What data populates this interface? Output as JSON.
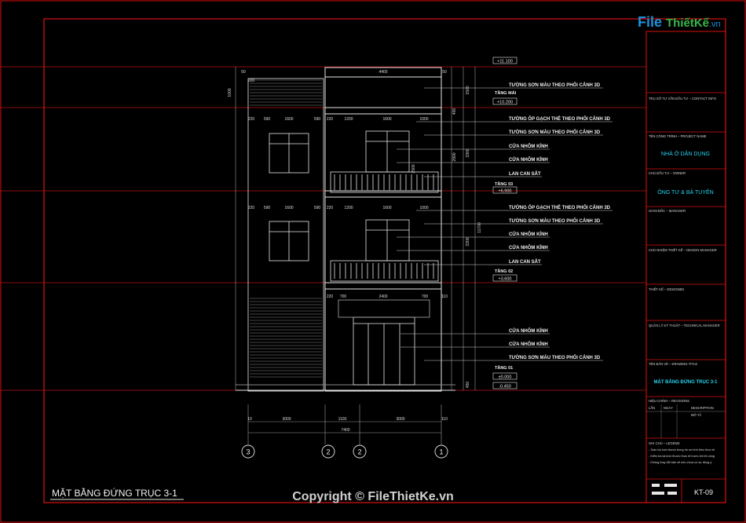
{
  "logo": {
    "file": "File",
    "rest": "ThiếtKế",
    "suffix": ".vn"
  },
  "drawing_title": "MẶT BẰNG ĐỨNG TRỤC 3-1",
  "copyright": "Copyright © FileThietKe.vn",
  "levels": {
    "top": "+11.100",
    "tang_mai_label": "TẦNG MÁI",
    "tang_mai": "+10.200",
    "tang3_label": "TẦNG 03",
    "tang3": "+6.900",
    "tang2_label": "TẦNG 02",
    "tang2": "+3.600",
    "tang1_label": "TẦNG 01",
    "tang1": "±0.000",
    "ground": "-0.450"
  },
  "annotations": {
    "roof_wall": "TƯỜNG SƠN MÀU THEO PHỐI CẢNH 3D",
    "f3_tile": "TƯỜNG ỐP GẠCH THẺ THEO PHỐI CẢNH 3D",
    "f3_paint": "TƯỜNG SƠN MÀU THEO PHỐI CẢNH 3D",
    "f3_door1": "CỬA NHÔM KÍNH",
    "f3_door2": "CỬA NHÔM KÍNH",
    "f3_rail": "LAN CAN SẮT",
    "f2_tile": "TƯỜNG ỐP GẠCH THẺ THEO PHỐI CẢNH 3D",
    "f2_paint": "TƯỜNG SƠN MÀU THEO PHỐI CẢNH 3D",
    "f2_door1": "CỬA NHÔM KÍNH",
    "f2_door2": "CỬA NHÔM KÍNH",
    "f2_rail": "LAN CAN SẮT",
    "f1_door1": "CỬA NHÔM KÍNH",
    "f1_door2": "CỬA NHÔM KÍNH",
    "f1_paint": "TƯỜNG SƠN MÀU THEO PHỐI CẢNH 3D"
  },
  "dims": {
    "top_4400": "4400",
    "top_50a": "50",
    "top_50b": "50",
    "top_220": "220",
    "row_220": "220",
    "row_590": "590",
    "row_1600": "1600",
    "row_590b": "590",
    "row_220b": "220",
    "row_1200": "1200",
    "row_1600b": "1600",
    "row_1000": "1000",
    "g_220": "220",
    "g_700": "700",
    "g_2400": "2400",
    "g_700b": "700",
    "g_110": "110",
    "bottom_3000": "3000",
    "bottom_1100": "1100",
    "bottom_3000b": "3000",
    "bottom_110": "110",
    "total_7400": "7400",
    "total_10": "10",
    "v_3300": "3300",
    "v_11700": "11700",
    "v_3300b": "3300",
    "v_2900": "2900",
    "v_2500": "2500",
    "v_1500": "1500",
    "v_1000": "1000",
    "v_400": "400",
    "v_450": "450"
  },
  "axes": [
    "3",
    "2",
    "2",
    "1"
  ],
  "title_block": {
    "owner_addr_label": "TRỤ SỞ TƯ VẤN ĐẦU TƯ – CONTACT INFO",
    "project_label": "TÊN CÔNG TRÌNH – PROJECT NAME",
    "project_name": "NHÀ Ở DÂN DỤNG",
    "owner_label": "CHỦ ĐẦU TƯ – OWNER",
    "owner_name": "ÔNG TƯ & BÀ TUYÊN",
    "director_label": "GIÁM ĐỐC – MANAGER",
    "design_mgr_label": "CHỦ NHIỆM THIẾT KẾ – DESIGN MANAGER",
    "designer_label": "THIẾT KẾ – DESIGNED",
    "tech_mgr_label": "QUẢN LÝ KỸ THUẬT – TECHNICAL MANAGER",
    "sheet_title_label": "TÊN BẢN VẼ – DRAWING TITLE",
    "sheet_title": "MẶT BẰNG ĐỨNG TRỤC 3-1",
    "revision_label": "HIỆU CHỈNH – REVISIONS",
    "rev_col1": "LẦN",
    "rev_col2": "NGÀY",
    "rev_col3": "MÔ TẢ",
    "rev_col4": "DESCRIPTION",
    "notes_label": "GHI CHÚ – LEGEND",
    "note1": "- Toàn bộ kích thước trong hồ sơ tính theo thực tế",
    "note2": "- Kiểm tra lại kích thước thực tế trước khi thi công",
    "note3": "- Không thay đổi bản vẽ nếu chưa có sự đồng ý",
    "sheet_no": "KT-09"
  },
  "colors": {
    "frame": "#cc1111",
    "line": "#e6e6e6",
    "accent": "#22d3ee",
    "background": "#000000"
  }
}
